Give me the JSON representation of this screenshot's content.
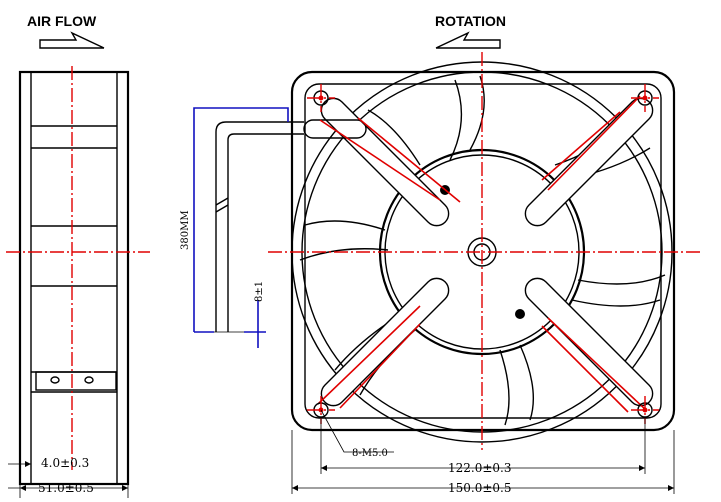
{
  "headers": {
    "air_flow": "AIR FLOW",
    "rotation": "ROTATION"
  },
  "dimensions": {
    "frame_flange": "4.0±0.3",
    "depth": "51.0±0.5",
    "hole_pitch": "122.0±0.3",
    "outer_size": "150.0±0.5",
    "mounting_holes": "8-M5.0",
    "lead_length": "380MM",
    "lead_strip": "8±1"
  },
  "colors": {
    "centerline": "#e00000",
    "cable_dimension": "#1010c0",
    "outline": "#000000"
  }
}
